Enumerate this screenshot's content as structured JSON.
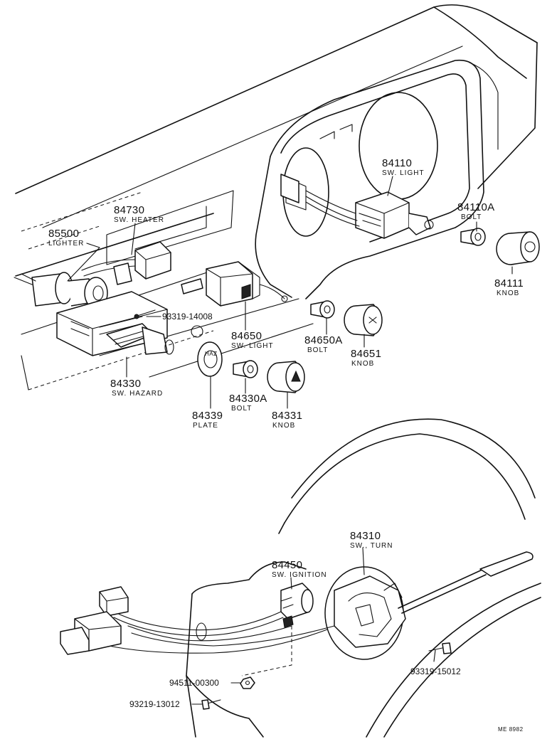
{
  "parts": [
    {
      "id": "84730",
      "number": "84730",
      "desc": "SW. HEATER"
    },
    {
      "id": "85500",
      "number": "85500",
      "desc": "LIGHTER"
    },
    {
      "id": "84110",
      "number": "84110",
      "desc": "SW. LIGHT"
    },
    {
      "id": "84110A",
      "number": "84110A",
      "desc": "BOLT"
    },
    {
      "id": "84111",
      "number": "84111",
      "desc": "KNOB"
    },
    {
      "id": "93319-14008",
      "number": "93319-14008",
      "desc": ""
    },
    {
      "id": "84650",
      "number": "84650",
      "desc": "SW. LIGHT"
    },
    {
      "id": "84650A",
      "number": "84650A",
      "desc": "BOLT"
    },
    {
      "id": "84651",
      "number": "84651",
      "desc": "KNOB"
    },
    {
      "id": "84330",
      "number": "84330",
      "desc": "SW. HAZARD"
    },
    {
      "id": "84339",
      "number": "84339",
      "desc": "PLATE"
    },
    {
      "id": "84330A",
      "number": "84330A",
      "desc": "BOLT"
    },
    {
      "id": "84331",
      "number": "84331",
      "desc": "KNOB"
    },
    {
      "id": "84310",
      "number": "84310",
      "desc": "SW., TURN"
    },
    {
      "id": "84450",
      "number": "84450",
      "desc": "SW. IGNITION"
    },
    {
      "id": "94511-00300",
      "number": "94511-00300",
      "desc": ""
    },
    {
      "id": "93219-13012",
      "number": "93219-13012",
      "desc": ""
    },
    {
      "id": "93319-15012",
      "number": "93319-15012",
      "desc": ""
    }
  ],
  "figure_code": "ME 8982"
}
